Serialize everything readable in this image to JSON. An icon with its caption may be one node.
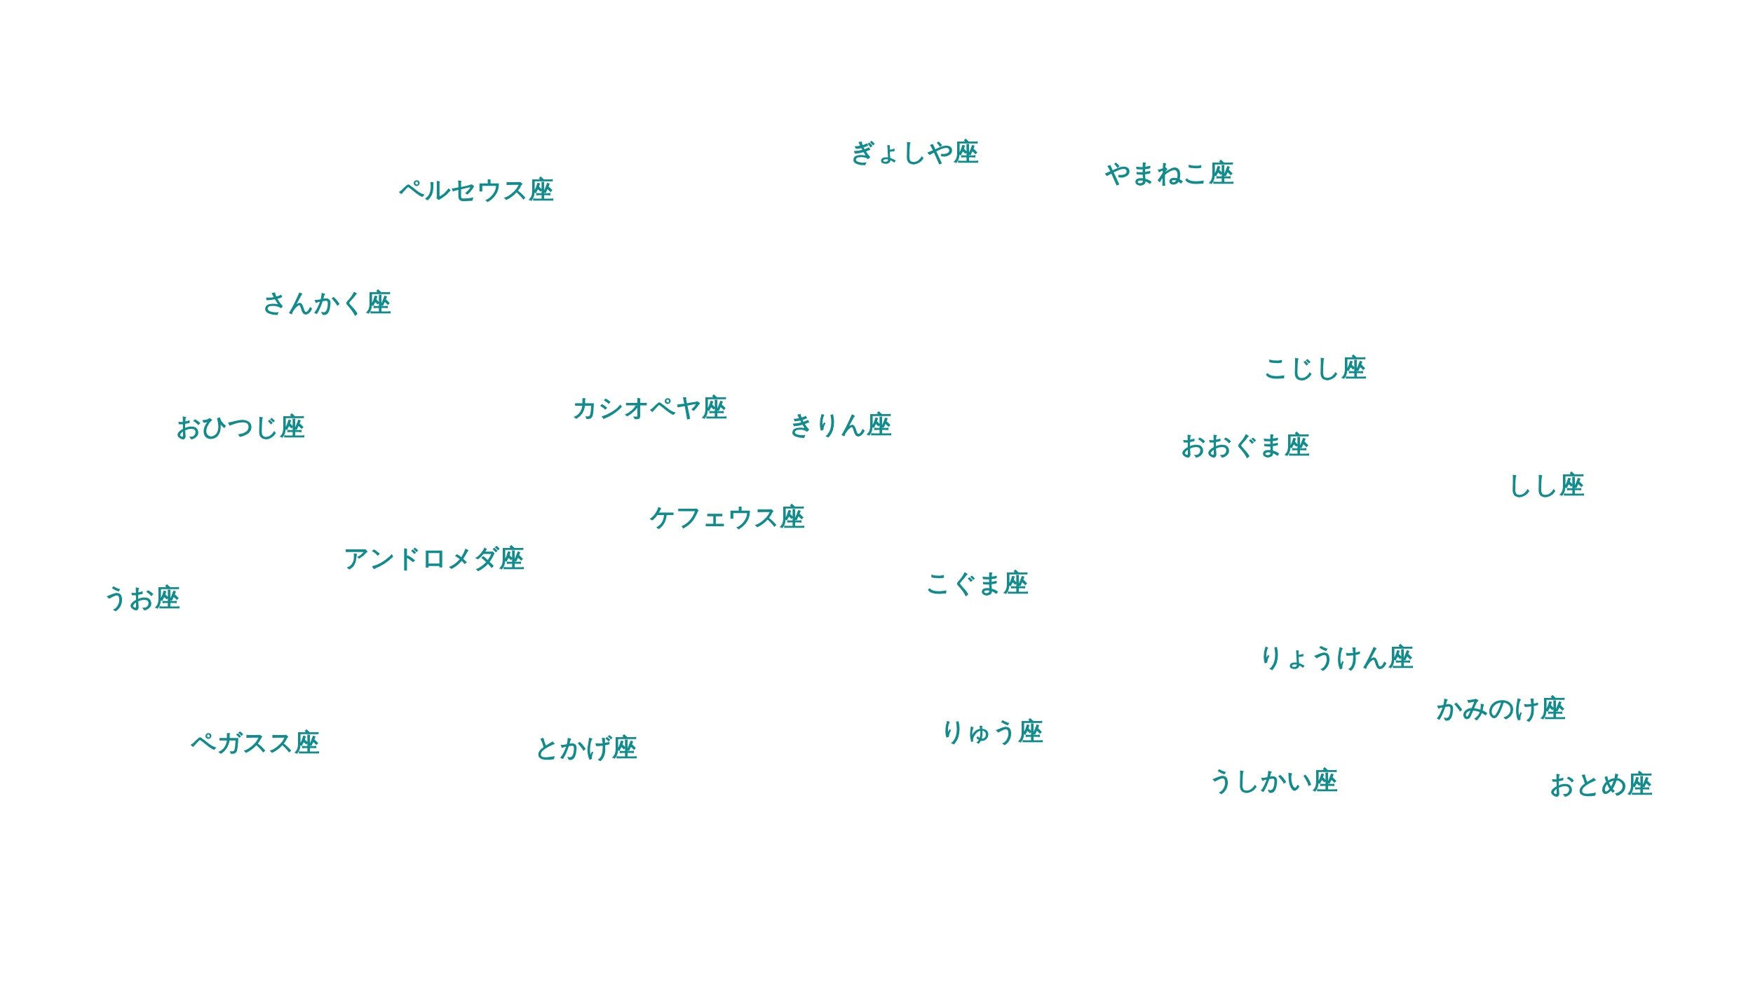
{
  "diagram": {
    "labels": [
      "ぎょしや座",
      "やまねこ座",
      "ペルセウス座",
      "さんかく座",
      "こじし座",
      "カシオペヤ座",
      "きりん座",
      "おひつじ座",
      "おおぐま座",
      "しし座",
      "ケフェウス座",
      "アンドロメダ座",
      "こぐま座",
      "うお座",
      "りょうけん座",
      "かみのけ座",
      "りゅう座",
      "ペガスス座",
      "とかげ座",
      "うしかい座",
      "おとめ座"
    ]
  }
}
